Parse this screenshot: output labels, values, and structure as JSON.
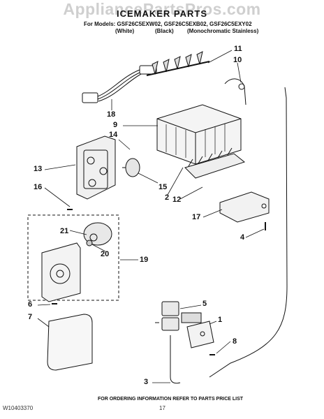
{
  "watermark": "AppliancePartsPros.com",
  "header": {
    "title": "ICEMAKER PARTS",
    "models": "For Models: GSF26C5EXW02, GSF26C5EXB02, GSF26C5EXY02",
    "variants": [
      "(White)",
      "(Black)",
      "(Monochromatic Stainless)"
    ]
  },
  "callouts": [
    "11",
    "10",
    "18",
    "9",
    "14",
    "13",
    "16",
    "15",
    "2",
    "12",
    "17",
    "4",
    "21",
    "20",
    "19",
    "6",
    "7",
    "5",
    "1",
    "8",
    "3"
  ],
  "footer": {
    "order_info": "FOR ORDERING INFORMATION REFER TO PARTS PRICE LIST",
    "doc_number": "W10403370",
    "page_number": "17"
  }
}
